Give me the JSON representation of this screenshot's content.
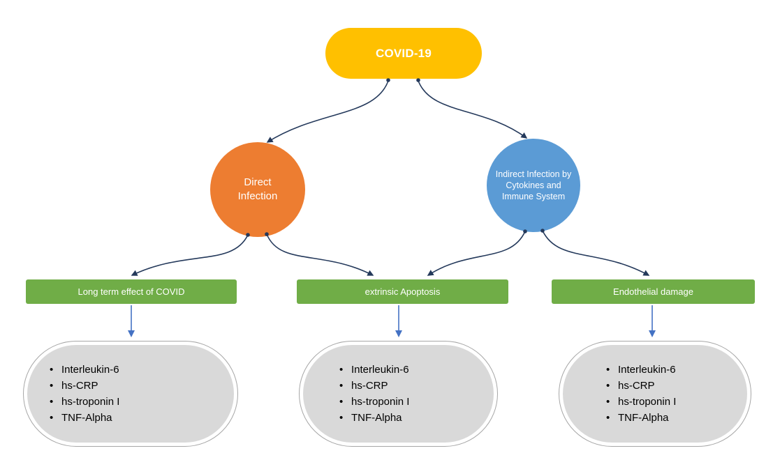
{
  "root": {
    "label": "COVID-19"
  },
  "branches": [
    {
      "label": "Direct Infection"
    },
    {
      "label": "Indirect Infection by Cytokines and Immune System"
    }
  ],
  "outcomes": [
    {
      "label": "Long term effect of COVID"
    },
    {
      "label": "extrinsic Apoptosis"
    },
    {
      "label": "Endothelial damage"
    }
  ],
  "biomarkers": [
    "Interleukin-6",
    "hs-CRP",
    "hs-troponin I",
    "TNF-Alpha"
  ],
  "colors": {
    "root_fill": "#FFC000",
    "direct_fill": "#ED7D31",
    "indirect_fill": "#5B9BD5",
    "outcome_fill": "#70AD47",
    "biomarker_fill": "#D9D9D9",
    "biomarker_border": "#A6A6A6",
    "curved_connector": "#24395B",
    "straight_arrow": "#4472C4",
    "text_on_fill": "#FFFFFF",
    "list_text": "#000000"
  }
}
